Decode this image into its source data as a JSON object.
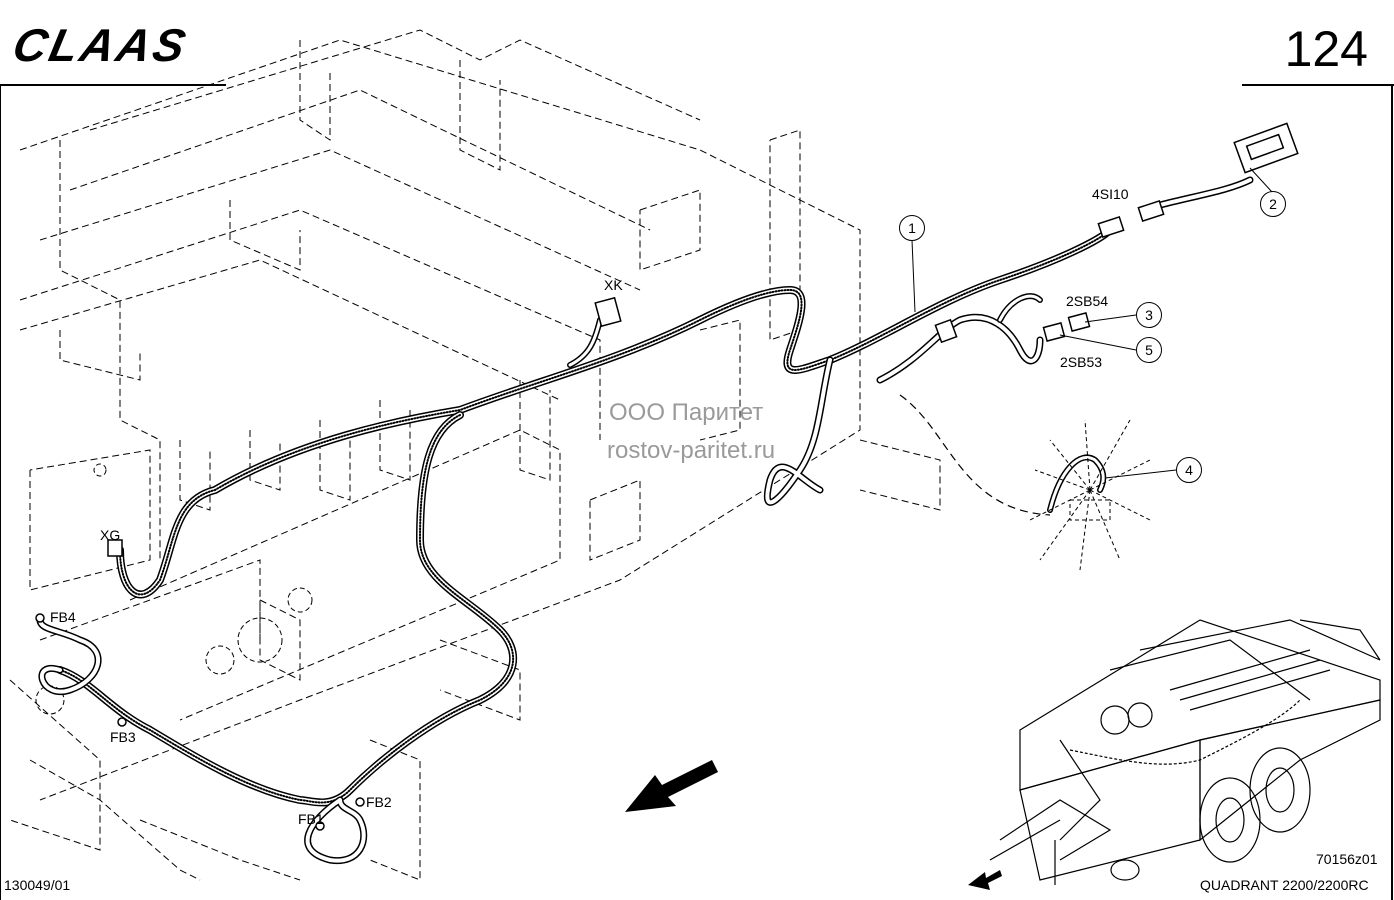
{
  "header": {
    "logo_text": "CLAAS",
    "page_number": "124"
  },
  "watermark": {
    "line1": "ООО Паритет",
    "line2": "rostov-paritet.ru"
  },
  "labels": {
    "xk": "XK",
    "xg": "XG",
    "fb1": "FB1",
    "fb2": "FB2",
    "fb3": "FB3",
    "fb4": "FB4",
    "si10": "4SI10",
    "sb54": "2SB54",
    "sb53": "2SB53"
  },
  "callouts": [
    "1",
    "2",
    "3",
    "4",
    "5"
  ],
  "footer": {
    "left_code": "130049/01",
    "right_code": "70156z01",
    "model": "QUADRANT 2200/2200RC"
  }
}
